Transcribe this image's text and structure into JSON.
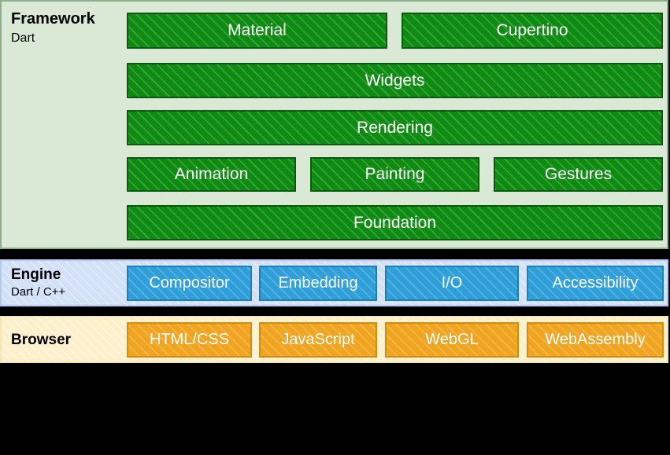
{
  "framework": {
    "title": "Framework",
    "subtitle": "Dart",
    "boxes": {
      "material": "Material",
      "cupertino": "Cupertino",
      "widgets": "Widgets",
      "rendering": "Rendering",
      "animation": "Animation",
      "painting": "Painting",
      "gestures": "Gestures",
      "foundation": "Foundation"
    }
  },
  "engine": {
    "title": "Engine",
    "subtitle": "Dart / C++",
    "boxes": {
      "compositor": "Compositor",
      "embedding": "Embedding",
      "io": "I/O",
      "accessibility": "Accessibility"
    }
  },
  "browser": {
    "title": "Browser",
    "boxes": {
      "html_css": "HTML/CSS",
      "javascript": "JavaScript",
      "webgl": "WebGL",
      "webassembly": "WebAssembly"
    }
  },
  "colors": {
    "page_bg": "#000000",
    "label_text": "#000000",
    "box_text": "#ffffff",
    "framework_panel_bg": "#dae8d6",
    "framework_panel_border": "#8db089",
    "framework_box_bg": "#0e8b11",
    "framework_box_border": "#0a5a0d",
    "engine_panel_bg": "#d2e1f7",
    "engine_panel_border": "#b5c9ee",
    "engine_box_bg": "#2e9fd9",
    "engine_box_border": "#1e7fb8",
    "browser_panel_bg": "#fdf0cb",
    "browser_panel_border": "#f6e5b4",
    "browser_box_bg": "#f0a41f",
    "browser_box_border": "#d18d10"
  }
}
